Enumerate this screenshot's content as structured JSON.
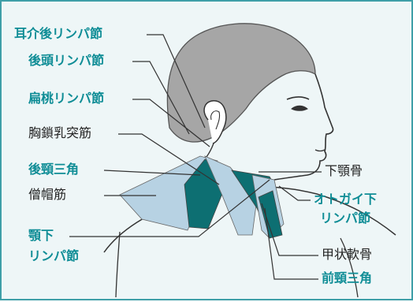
{
  "labels": {
    "jikaiko": "耳介後リンパ節",
    "kotou": "後頭リンパ節",
    "hentou": "扁桃リンパ節",
    "kyousa": "胸鎖乳突筋",
    "koukei": "後頸三角",
    "souboukin": "僧帽筋",
    "gakka_1": "顎下",
    "gakka_2": "リンパ節",
    "kagakukotsu": "下顎骨",
    "otogai_1": "オトガイ下",
    "otogai_2": "リンパ節",
    "koujou": "甲状軟骨",
    "zenkei": "前頸三角"
  },
  "colors": {
    "teal_text": "#0f8d96",
    "black_text": "#222222",
    "background": "#eef6f7",
    "border": "#3f9fa8",
    "hair": "#a6a6a6",
    "light_region": "#b7d2e3",
    "dark_region": "#0d6f72"
  }
}
